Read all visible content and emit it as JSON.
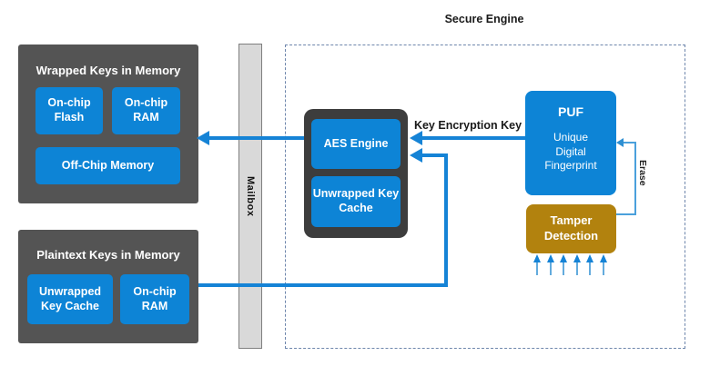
{
  "title": "Secure Engine",
  "colors": {
    "accent_blue": "#0d84d6",
    "panel_gray": "#545454",
    "aes_container_gray": "#3d3d3d",
    "tamper_gold": "#b2820e",
    "mailbox_gray": "#d9d9d9",
    "dashed_border": "#6e86ac"
  },
  "wrapped_panel": {
    "title": "Wrapped Keys in Memory",
    "boxes": [
      "On-chip Flash",
      "On-chip RAM",
      "Off-Chip Memory"
    ]
  },
  "plaintext_panel": {
    "title": "Plaintext Keys in Memory",
    "boxes": [
      "Unwrapped Key Cache",
      "On-chip RAM"
    ]
  },
  "mailbox": {
    "label": "Mailbox"
  },
  "aes": {
    "engine_label": "AES Engine",
    "cache_label": "Unwrapped Key Cache"
  },
  "puf": {
    "title": "PUF",
    "subtitle": "Unique Digital Fingerprint"
  },
  "tamper": {
    "label": "Tamper Detection"
  },
  "labels": {
    "key_encryption_key": "Key Encryption Key",
    "erase": "Erase"
  }
}
